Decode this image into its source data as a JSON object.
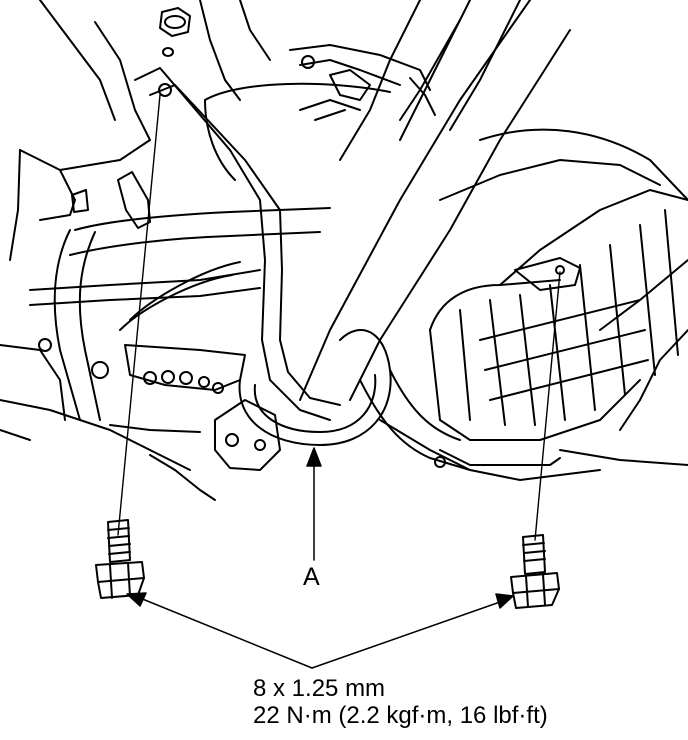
{
  "callout": {
    "letter": "A"
  },
  "spec": {
    "bolt_size": "8 x 1.25 mm",
    "torque": "22 N·m (2.2 kgf·m, 16 lbf·ft)"
  },
  "colors": {
    "line": "#000000",
    "background": "#ffffff"
  }
}
